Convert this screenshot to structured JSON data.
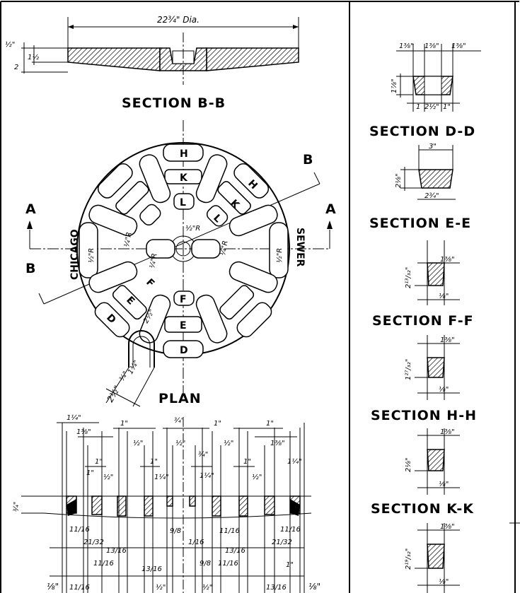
{
  "section_bb": {
    "title": "SECTION B-B",
    "diameter": "22¾\" Dia.",
    "dim_left_1": "½\"",
    "dim_left_2": "2",
    "dim_left_3": "1½"
  },
  "plan": {
    "title": "PLAN",
    "label_a_left": "A",
    "label_a_right": "A",
    "label_b_top": "B",
    "label_b_bottom": "B",
    "text_left": "CHICAGO",
    "text_right": "SEWER",
    "slot_letters": [
      "H",
      "K",
      "L",
      "H",
      "K",
      "L",
      "F",
      "E",
      "D",
      "E",
      "F",
      "D"
    ],
    "radius_labels": [
      "½\"R",
      "¼\"R",
      "¼\"R",
      "¼\"R",
      "½\"R",
      "½\"R"
    ],
    "handle_dims": [
      "2½\"",
      "1¾\"",
      "¾\"",
      "2½\""
    ]
  },
  "section_aa": {
    "top_dims": [
      "1¼\"",
      "1\"",
      "¾\"",
      "1\"",
      "1\"",
      "1⅜\"",
      "½\"",
      "½\"",
      "½\"",
      "1⅜\"",
      "1\"",
      "1\"",
      "¾\"",
      "1\"",
      "1\"",
      "½\"",
      "1¼\"",
      "1¼\"",
      "½\"",
      "1¼\""
    ],
    "left_dim": "¾\"",
    "bottom_dims": [
      "11/16",
      "21/32",
      "13/16",
      "9/8",
      "11/16",
      "13/16",
      "21/32",
      "11/16",
      "11/16",
      "13/16",
      "11/16",
      "1/16",
      "9/8",
      "11/16",
      "13/16",
      "1\"",
      "⅛\"",
      "⅛\"",
      "½\"",
      "½\""
    ]
  },
  "right_sections": {
    "dd": {
      "title": "SECTION D-D",
      "dims": [
        "1⅜\"",
        "1⅜\"",
        "1⅜\"",
        "1⅞\"",
        "1",
        "2½\"",
        "1\""
      ]
    },
    "ee": {
      "title": "SECTION E-E",
      "dims": [
        "3\"",
        "2⅛\"",
        "2¾\""
      ]
    },
    "ff": {
      "title": "SECTION F-F",
      "dims": [
        "1⅜\"",
        "2¹³/₃₂\"",
        "⅛\""
      ]
    },
    "hh": {
      "title": "SECTION H-H",
      "dims": [
        "1⅜\"",
        "1²⁷/₃₂\"",
        "⅛\""
      ]
    },
    "kk": {
      "title": "SECTION K-K",
      "dims": [
        "1⅜\"",
        "2⅛\"",
        "⅛\""
      ]
    },
    "ll": {
      "dims": [
        "1⅜\"",
        "2¹⁹/₃₂\"",
        "⅛\""
      ]
    }
  }
}
